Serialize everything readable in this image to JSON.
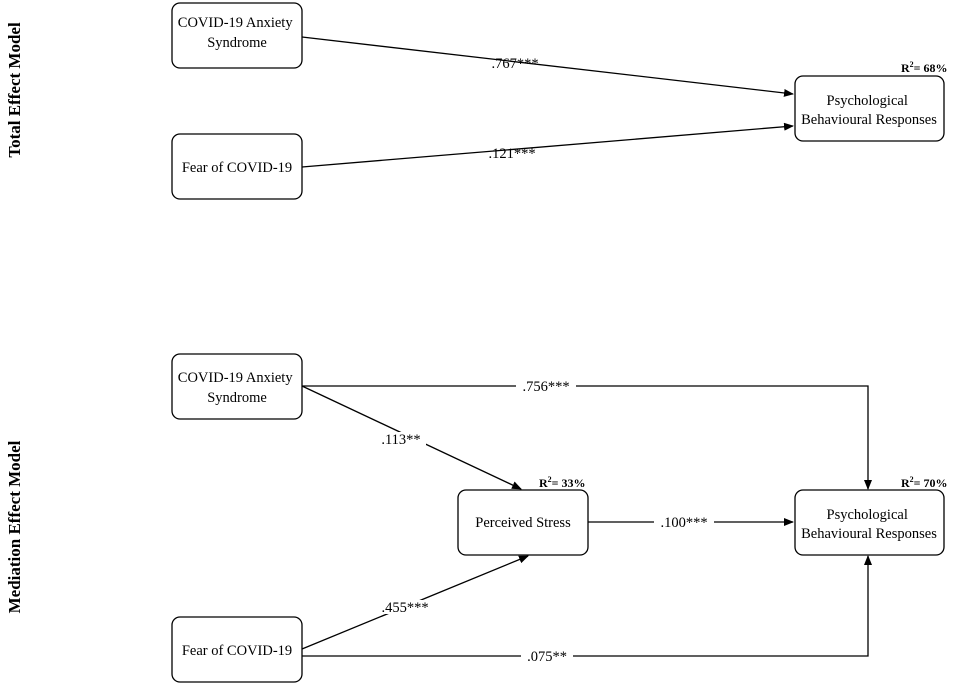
{
  "sections": {
    "total_effect": {
      "title": "Total Effect Model",
      "nodes": {
        "anxiety": {
          "line1": "COVID-19 Anxiety",
          "line2": "Syndrome"
        },
        "fear": {
          "line1": "Fear of COVID-19"
        },
        "outcome": {
          "line1": "Psychological",
          "line2": "Behavioural Responses"
        }
      },
      "outcome_r2": {
        "label": "R",
        "sup": "2",
        "value": "= 68%"
      },
      "paths": {
        "anxiety_to_outcome": ".767***",
        "fear_to_outcome": ".121***"
      }
    },
    "mediation_effect": {
      "title": "Mediation Effect Model",
      "nodes": {
        "anxiety": {
          "line1": "COVID-19 Anxiety",
          "line2": "Syndrome"
        },
        "fear": {
          "line1": "Fear of COVID-19"
        },
        "stress": {
          "line1": "Perceived Stress"
        },
        "outcome": {
          "line1": "Psychological",
          "line2": "Behavioural Responses"
        }
      },
      "stress_r2": {
        "label": "R",
        "sup": "2",
        "value": "= 33%"
      },
      "outcome_r2": {
        "label": "R",
        "sup": "2",
        "value": "= 70%"
      },
      "paths": {
        "anxiety_to_outcome": ".756***",
        "anxiety_to_stress": ".113**",
        "fear_to_stress": ".455***",
        "stress_to_outcome": ".100***",
        "fear_to_outcome": ".075**"
      }
    }
  }
}
